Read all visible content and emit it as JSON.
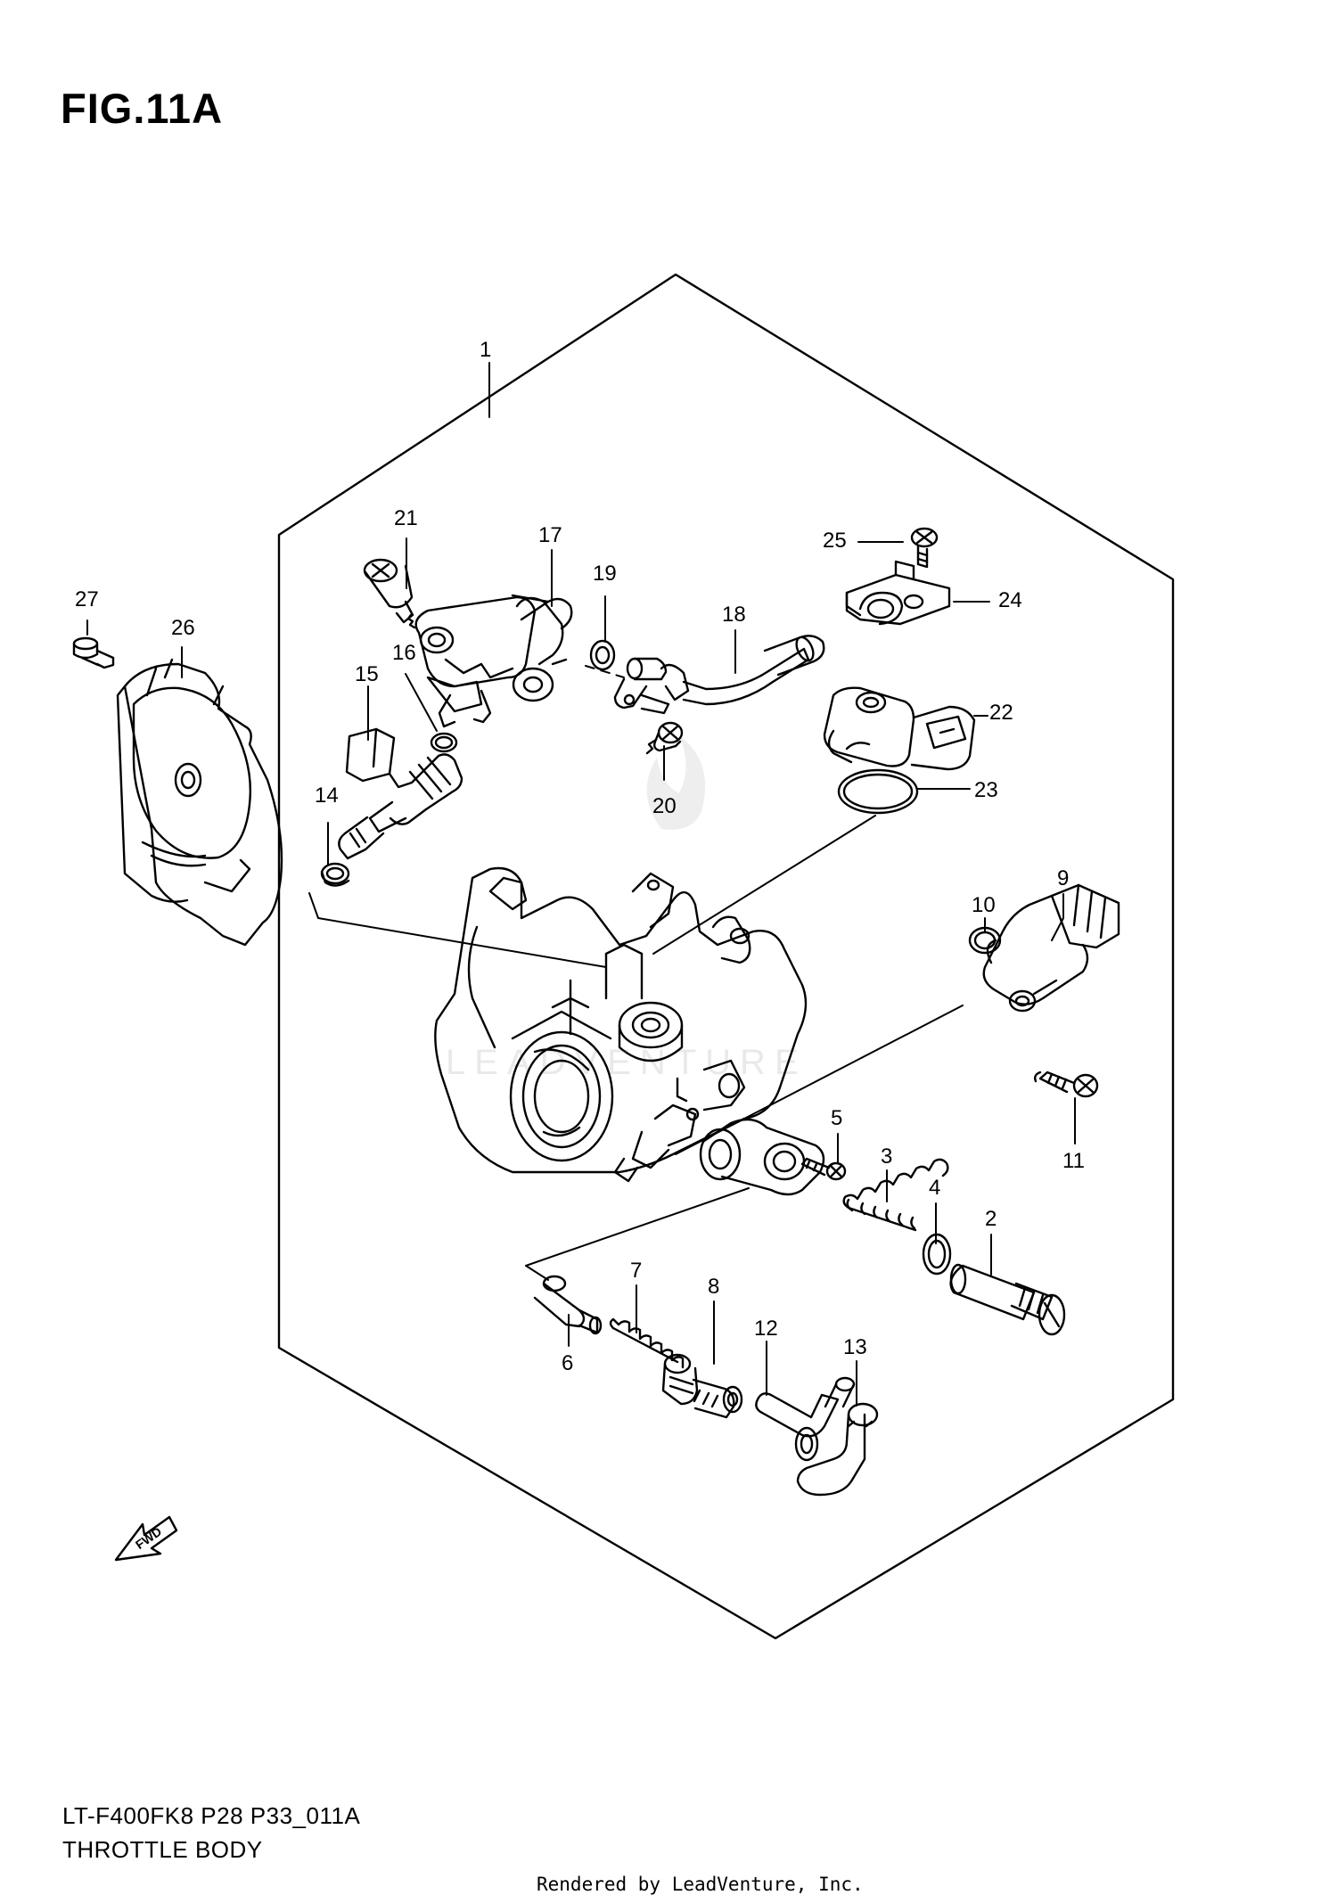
{
  "figure": {
    "title": "FIG.11A",
    "model_code": "LT-F400FK8 P28 P33_011A",
    "section_name": "THROTTLE BODY",
    "credit": "Rendered by LeadVenture, Inc.",
    "watermark": "LEADVENTURE",
    "fwd_label": "FWD"
  },
  "callouts": {
    "c1": "1",
    "c2": "2",
    "c3": "3",
    "c4": "4",
    "c5": "5",
    "c6": "6",
    "c7": "7",
    "c8": "8",
    "c9": "9",
    "c10": "10",
    "c11": "11",
    "c12": "12",
    "c13": "13",
    "c14": "14",
    "c15": "15",
    "c16": "16",
    "c17": "17",
    "c18": "18",
    "c19": "19",
    "c20": "20",
    "c21": "21",
    "c22": "22",
    "c23": "23",
    "c24": "24",
    "c25": "25",
    "c26": "26",
    "c27": "27"
  },
  "colors": {
    "line": "#000000",
    "watermark": "#e6e6e6",
    "background": "#ffffff"
  },
  "icons": {
    "fwd_arrow": "fwd-arrow-icon"
  }
}
